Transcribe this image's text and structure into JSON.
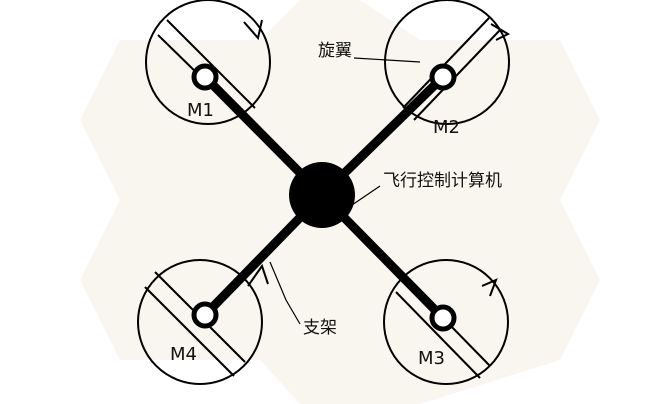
{
  "diagram": {
    "motors": [
      {
        "id": "m1",
        "label": "M1"
      },
      {
        "id": "m2",
        "label": "M2"
      },
      {
        "id": "m3",
        "label": "M3"
      },
      {
        "id": "m4",
        "label": "M4"
      }
    ],
    "callouts": {
      "rotor": "旋翼",
      "flight_computer": "飞行控制计算机",
      "frame": "支架"
    }
  },
  "colors": {
    "background": "#ffffff",
    "watermark": "#f4efe2",
    "ink": "#000000"
  }
}
